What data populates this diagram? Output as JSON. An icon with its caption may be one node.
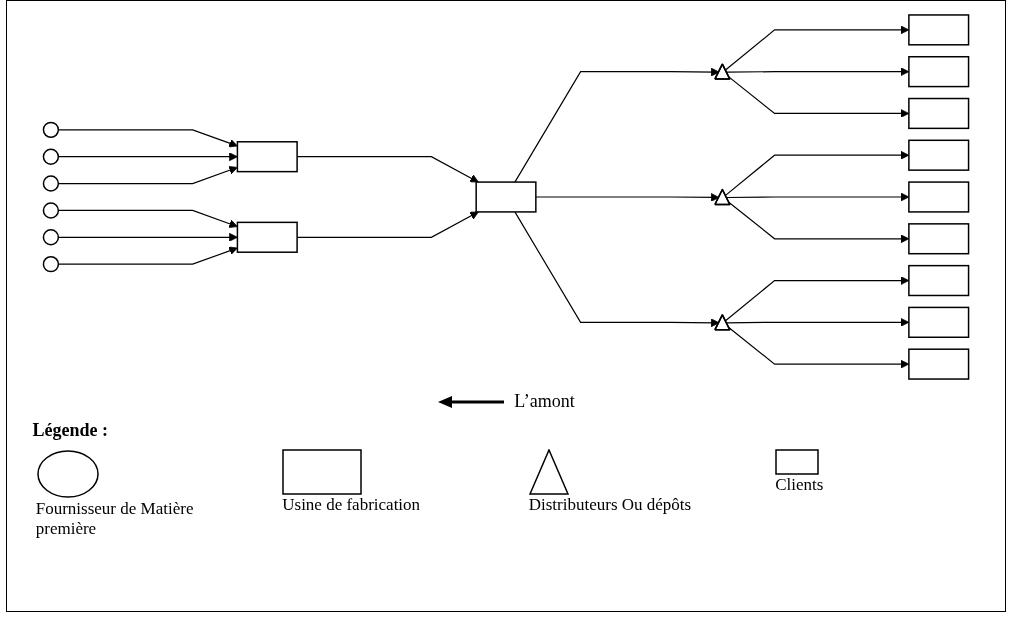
{
  "diagram": {
    "nodes": [
      {
        "text": [],
        "shape": "circle"
      },
      {
        "text": [],
        "shape": "circle"
      },
      {
        "text": [],
        "shape": "circle"
      },
      {
        "text": [],
        "shape": "circle"
      },
      {
        "text": [],
        "shape": "circle"
      },
      {
        "text": [],
        "shape": "circle"
      },
      {
        "text": [],
        "shape": "box"
      },
      {
        "text": [],
        "shape": "box"
      },
      {
        "text": [],
        "shape": "box"
      },
      {
        "text": [],
        "shape": "triangle"
      },
      {
        "text": [],
        "shape": "triangle"
      },
      {
        "text": [],
        "shape": "triangle"
      },
      {
        "text": [],
        "shape": "box"
      },
      {
        "text": [],
        "shape": "box"
      },
      {
        "text": [],
        "shape": "box"
      },
      {
        "text": [],
        "shape": "box"
      },
      {
        "text": [],
        "shape": "box"
      },
      {
        "text": [],
        "shape": "box"
      },
      {
        "text": [],
        "shape": "box"
      },
      {
        "text": [],
        "shape": "box"
      },
      {
        "text": [],
        "shape": "box"
      }
    ],
    "edges": [
      {
        "from": 0,
        "to": 6,
        "arrow": "to"
      },
      {
        "from": 1,
        "to": 6,
        "arrow": "to"
      },
      {
        "from": 2,
        "to": 6,
        "arrow": "to"
      },
      {
        "from": 3,
        "to": 7,
        "arrow": "to"
      },
      {
        "from": 4,
        "to": 7,
        "arrow": "to"
      },
      {
        "from": 5,
        "to": 7,
        "arrow": "to"
      },
      {
        "from": 6,
        "to": 8,
        "arrow": "to"
      },
      {
        "from": 7,
        "to": 8,
        "arrow": "to"
      },
      {
        "from": 8,
        "to": 9,
        "arrow": "to"
      },
      {
        "from": 8,
        "to": 10,
        "arrow": "to"
      },
      {
        "from": 8,
        "to": 11,
        "arrow": "to"
      },
      {
        "from": 9,
        "to": 12,
        "arrow": "to"
      },
      {
        "from": 9,
        "to": 13,
        "arrow": "to"
      },
      {
        "from": 9,
        "to": 14,
        "arrow": "to"
      },
      {
        "from": 10,
        "to": 15,
        "arrow": "to"
      },
      {
        "from": 10,
        "to": 16,
        "arrow": "to"
      },
      {
        "from": 10,
        "to": 17,
        "arrow": "to"
      },
      {
        "from": 11,
        "to": 18,
        "arrow": "to"
      },
      {
        "from": 11,
        "to": 19,
        "arrow": "to"
      },
      {
        "from": 11,
        "to": 20,
        "arrow": "to"
      }
    ],
    "labels": [
      "L’amont",
      "Légende :"
    ],
    "legend": [
      {
        "text": "Fournisseur de Matière première"
      },
      {
        "text": "Usine de fabrication"
      },
      {
        "text": "Distributeurs Ou dépôts"
      },
      {
        "text": "Clients"
      }
    ]
  }
}
